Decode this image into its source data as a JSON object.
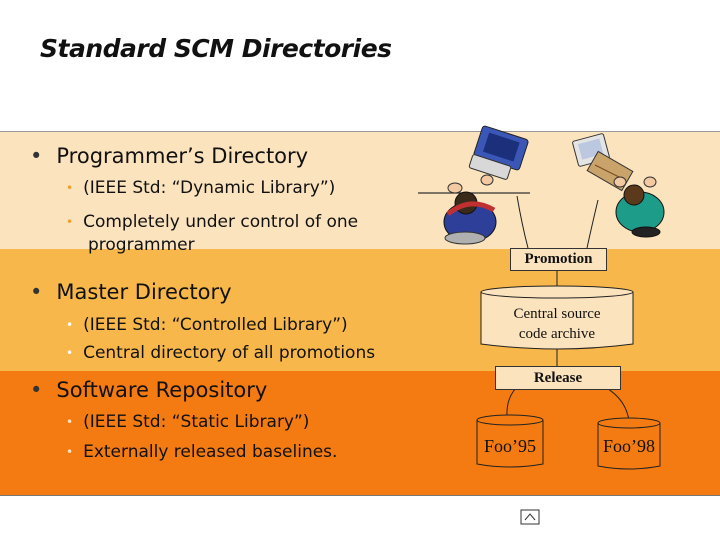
{
  "title": "Standard SCM Directories",
  "bullets": {
    "programmer": "Programmer’s Directory",
    "programmer_sub1": "(IEEE Std: “Dynamic Library”)",
    "programmer_sub2a": "Completely under control of one",
    "programmer_sub2b": "programmer",
    "master": "Master Directory",
    "master_sub1": "(IEEE Std: “Controlled Library”)",
    "master_sub2": "Central directory of all promotions",
    "software": "Software Repository",
    "software_sub1": "(IEEE Std: “Static Library”)",
    "software_sub2": "Externally released baselines."
  },
  "diagram": {
    "promotion": "Promotion",
    "archive_line1": "Central source",
    "archive_line2": "code archive",
    "release": "Release",
    "foo95": "Foo’95",
    "foo98": "Foo’98"
  },
  "colors": {
    "band_top": "#fbe3bd",
    "band_mid": "#f7b74a",
    "band_bot": "#f47b12"
  }
}
